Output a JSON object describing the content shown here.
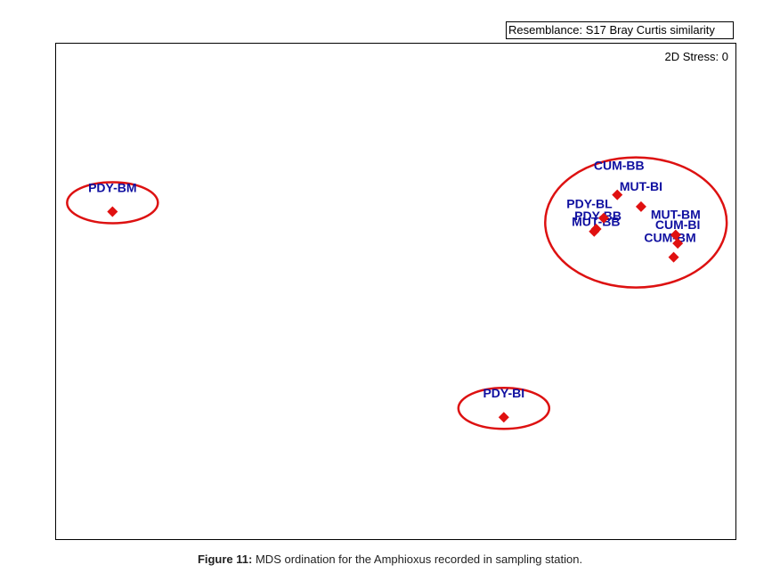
{
  "legend": "Resemblance: S17 Bray Curtis similarity",
  "stress_label": "2D Stress: 0",
  "caption": {
    "bold": "Figure 11:",
    "text": " MDS ordination for the Amphioxus recorded in sampling station."
  },
  "colors": {
    "marker": "#e01010",
    "label": "#1010a0",
    "ellipse": "#dd1111"
  },
  "chart_data": {
    "type": "scatter",
    "title": "",
    "xlabel": "",
    "ylabel": "",
    "xlim": [
      0,
      100
    ],
    "ylim": [
      0,
      100
    ],
    "grid": false,
    "marker": "diamond",
    "points": [
      {
        "label": "PDY-BM",
        "x": 8.3,
        "y": 66.1
      },
      {
        "label": "PDY-BI",
        "x": 65.9,
        "y": 24.6
      },
      {
        "label": "CUM-BB",
        "x": 82.6,
        "y": 69.5
      },
      {
        "label": "MUT-BI",
        "x": 86.1,
        "y": 67.1
      },
      {
        "label": "PDY-BL",
        "x": 80.6,
        "y": 64.8
      },
      {
        "label": "PDY-BB",
        "x": 79.5,
        "y": 62.6
      },
      {
        "label": "MUT-BB",
        "x": 79.2,
        "y": 62.1
      },
      {
        "label": "MUT-BM",
        "x": 91.2,
        "y": 61.4
      },
      {
        "label": "CUM-BI",
        "x": 91.5,
        "y": 59.7
      },
      {
        "label": "CUM-BM",
        "x": 90.9,
        "y": 56.9
      }
    ],
    "groups": [
      {
        "members": [
          "PDY-BM"
        ]
      },
      {
        "members": [
          "PDY-BI"
        ]
      },
      {
        "members": [
          "CUM-BB",
          "MUT-BI",
          "PDY-BL",
          "PDY-BB",
          "MUT-BB",
          "MUT-BM",
          "CUM-BI",
          "CUM-BM"
        ]
      }
    ]
  }
}
